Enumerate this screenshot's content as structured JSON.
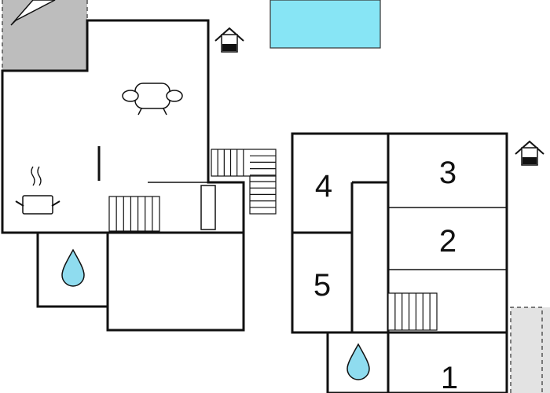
{
  "rooms": {
    "room_1": "1",
    "room_2": "2",
    "room_3": "3",
    "room_4": "4",
    "room_5": "5"
  },
  "icons": {
    "house": "house-icon",
    "sofa": "sofa-icon",
    "cooking_pot": "cooking-pot-icon",
    "water_drop": "water-drop-icon",
    "stairs": "stairs-icon",
    "pool": "pool-icon",
    "compass": "compass-icon"
  },
  "colors": {
    "pool": "#87e5f5",
    "water": "#8fdcef",
    "terrace": "#bdbdbd",
    "terrace_light": "#e3e3e3",
    "wall": "#111111"
  }
}
